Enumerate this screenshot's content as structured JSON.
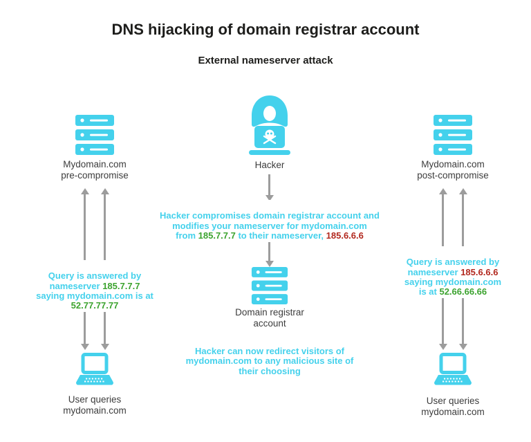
{
  "title": "DNS hijacking of domain registrar account",
  "subtitle": "External nameserver attack",
  "colors": {
    "cyan": "#44d1ec",
    "green": "#3ca32f",
    "red": "#b2281e",
    "arrow_gray": "#9c9c9c",
    "heading": "#1d1d1b"
  },
  "icons": {
    "server": "server-stack-icon",
    "hacker": "hacker-hood-skull-laptop-icon",
    "laptop": "laptop-icon",
    "arrow_double": "double-headed-vertical-arrow",
    "arrow_down": "down-arrow"
  },
  "left": {
    "server_label": "Mydomain.com\npre-compromise",
    "note": {
      "part1": "Query is answered by\nnameserver ",
      "ip_green": "185.7.7.7",
      "part2": "\nsaying mydomain.com is at\n",
      "ip_green2": "52.77.77.77"
    },
    "user_label": "User queries\nmydomain.com"
  },
  "center": {
    "hacker_label": "Hacker",
    "note_top": {
      "part1": "Hacker compromises domain registrar account and\nmodifies your nameserver for mydomain.com\nfrom ",
      "ip_old": "185.7.7.7",
      "part2": " to their nameserver, ",
      "ip_new": "185.6.6.6"
    },
    "registrar_label": "Domain registrar\naccount",
    "note_bottom": "Hacker can now redirect visitors of\nmydomain.com to any malicious site of\ntheir choosing"
  },
  "right": {
    "server_label": "Mydomain.com\npost-compromise",
    "note": {
      "part1": "Query is answered by\nnameserver ",
      "ip_red": "185.6.6.6",
      "part2": "\nsaying mydomain.com\nis at ",
      "ip_green": "52.66.66.66"
    },
    "user_label": "User queries\nmydomain.com"
  }
}
